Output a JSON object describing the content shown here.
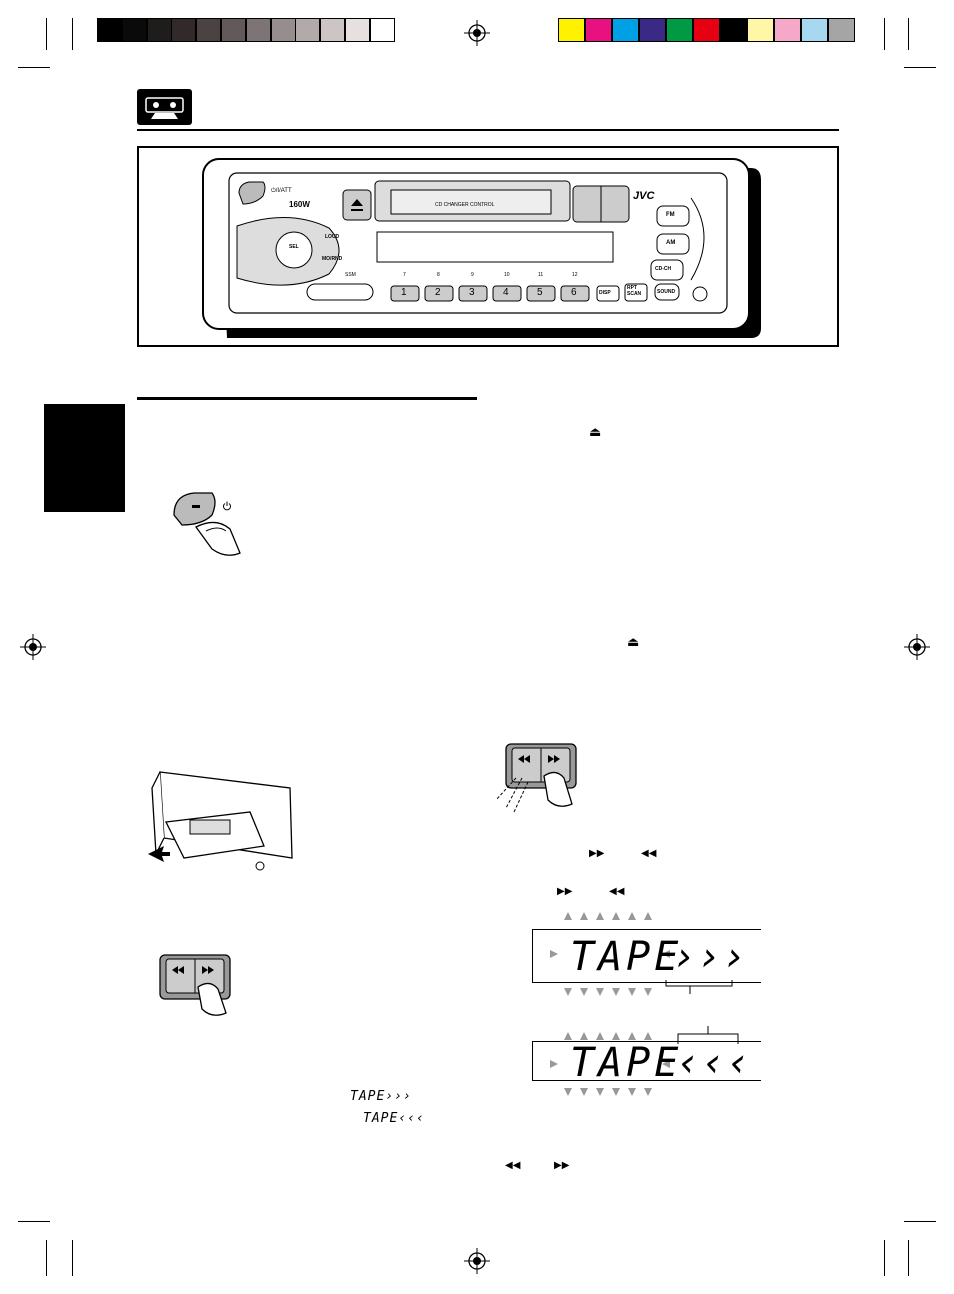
{
  "colors": {
    "grayscale_swatches": [
      "#000000",
      "#0a0a0a",
      "#1f1c1c",
      "#322a2a",
      "#4b4242",
      "#625a5a",
      "#7d7575",
      "#968e8e",
      "#b2aaa8",
      "#ccc5c3",
      "#e6e1df",
      "#ffffff"
    ],
    "color_swatches": [
      "#fff200",
      "#e8117f",
      "#00a0e6",
      "#3b2a85",
      "#009a44",
      "#e60012",
      "#000000",
      "#fff6a8",
      "#f5a8c8",
      "#a6d8f0",
      "#a5a5a5"
    ],
    "ink": "#000000",
    "panel_gray": "#d9d9d9"
  },
  "icons": {
    "cassette": "cassette-icon",
    "eject": "eject-icon",
    "fast_forward": "fast-forward-icon",
    "rewind": "rewind-icon",
    "power": "power-icon"
  },
  "faceplate": {
    "brand": "JVC",
    "power_label": "⏻/I/ATT",
    "wattage": "160W",
    "cd_changer_label": "CD CHANGER CONTROL",
    "sel": "SEL",
    "loud": "LOUD",
    "mono": "MO/RND",
    "ssm": "SSM",
    "band_buttons": [
      "FM",
      "AM",
      "CD-CH"
    ],
    "preset_buttons": [
      "1",
      "2",
      "3",
      "4",
      "5",
      "6"
    ],
    "preset_upper": [
      "7",
      "8",
      "9",
      "10",
      "11",
      "12"
    ],
    "disp": "DISP",
    "rpt_scan": "RPT SCAN",
    "sound": "SOUND"
  },
  "displays": {
    "inline_ff": "TAPE›››",
    "inline_rew": "TAPE‹‹‹",
    "big_ff": "TAPE",
    "big_ff_arrows": "›››",
    "big_rew": "TAPE",
    "big_rew_arrows": "‹‹‹"
  },
  "page_glyphs": {
    "eject": "⏏",
    "ff": "▶▶",
    "rew": "◀◀",
    "or": ""
  }
}
